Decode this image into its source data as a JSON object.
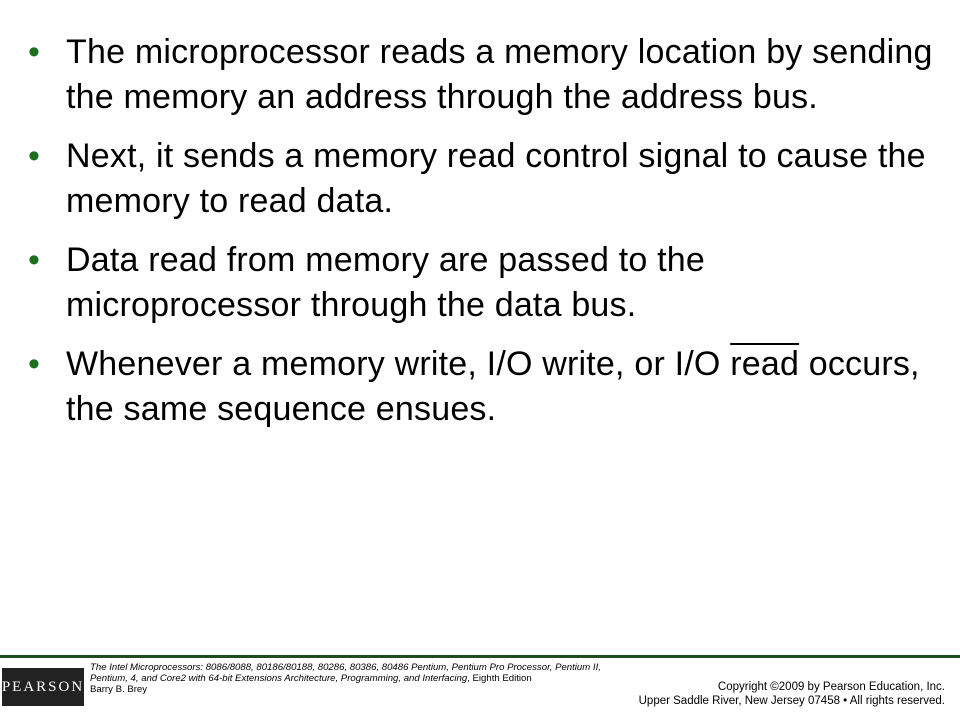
{
  "bullets": [
    {
      "text": "The microprocessor reads a memory location by sending the memory an address through the address bus."
    },
    {
      "text": "Next, it sends a memory read control signal to cause the memory to read data."
    },
    {
      "text": "Data read from memory are passed to the microprocessor through the data bus."
    },
    {
      "prefix": "Whenever a memory write, I/O write, or I/O ",
      "overlined": "read",
      "suffix": " occurs, the same sequence ensues."
    }
  ],
  "footer": {
    "logo_text": "PEARSON",
    "book_title_lead": "The Intel Microprocessors: ",
    "book_title_series": "8086/8088, 80186/80188, 80286, 80386, 80486 Pentium, Pentium Pro Processor, Pentium II, Pentium, 4, and Core2 with 64-bit Extensions Architecture, Programming, and Interfacing",
    "edition": ", Eighth Edition",
    "author": "Barry B. Brey",
    "copyright_line1": "Copyright ©2009 by Pearson Education, Inc.",
    "copyright_line2": "Upper Saddle River, New Jersey 07458 • All rights reserved."
  }
}
